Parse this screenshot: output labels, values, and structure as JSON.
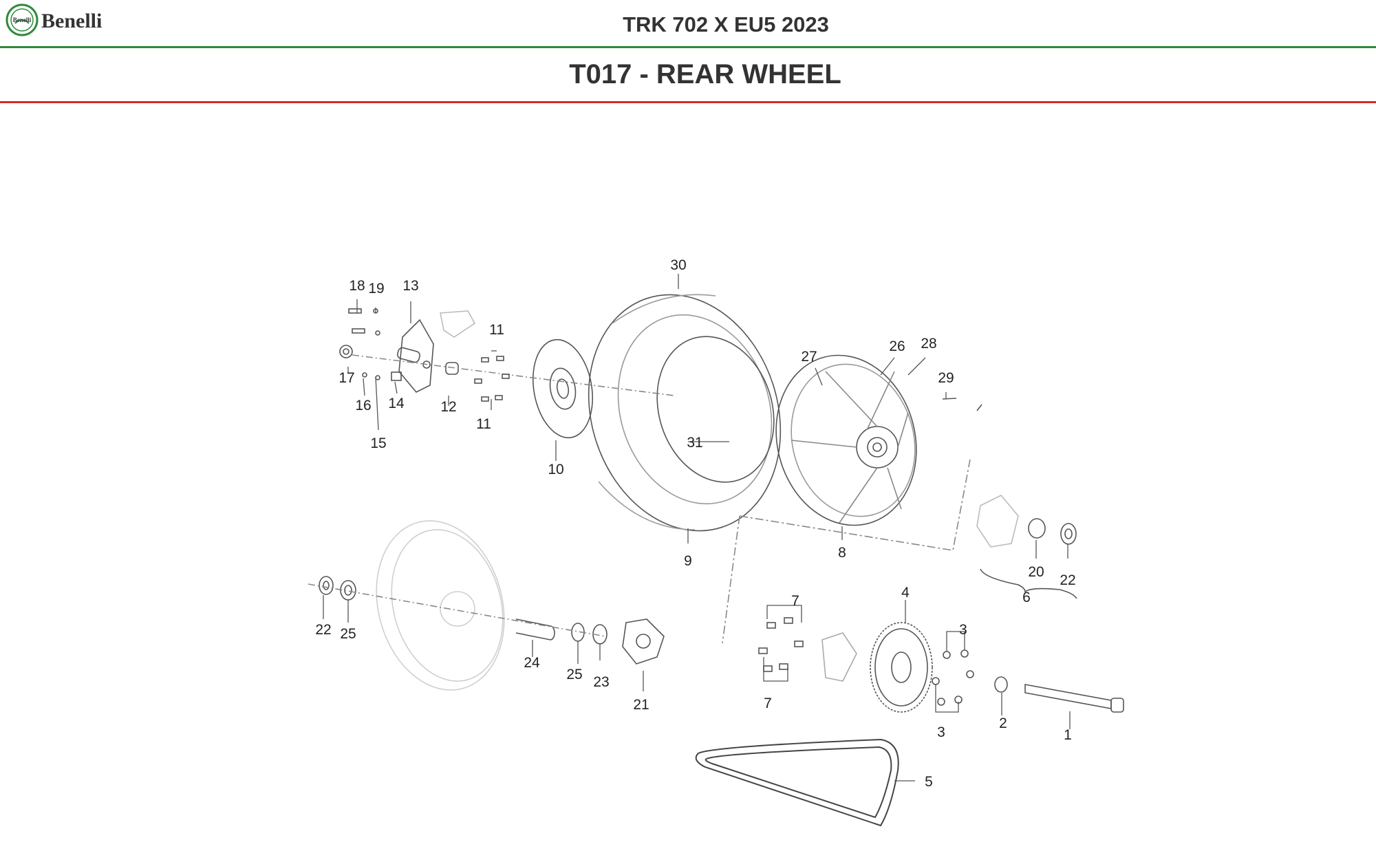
{
  "brand": {
    "name": "Benelli",
    "colors": {
      "green": "#2e8b3a",
      "red": "#d42a2a",
      "text": "#333333"
    }
  },
  "header": {
    "model": "TRK 702 X EU5 2023"
  },
  "section": {
    "title": "T017 - REAR WHEEL"
  },
  "callouts": [
    "1",
    "2",
    "3",
    "3",
    "4",
    "5",
    "6",
    "7",
    "7",
    "8",
    "9",
    "10",
    "11",
    "11",
    "12",
    "13",
    "14",
    "15",
    "16",
    "17",
    "18",
    "19",
    "20",
    "21",
    "22",
    "22",
    "23",
    "24",
    "25",
    "25",
    "26",
    "27",
    "28",
    "29",
    "30",
    "31"
  ]
}
